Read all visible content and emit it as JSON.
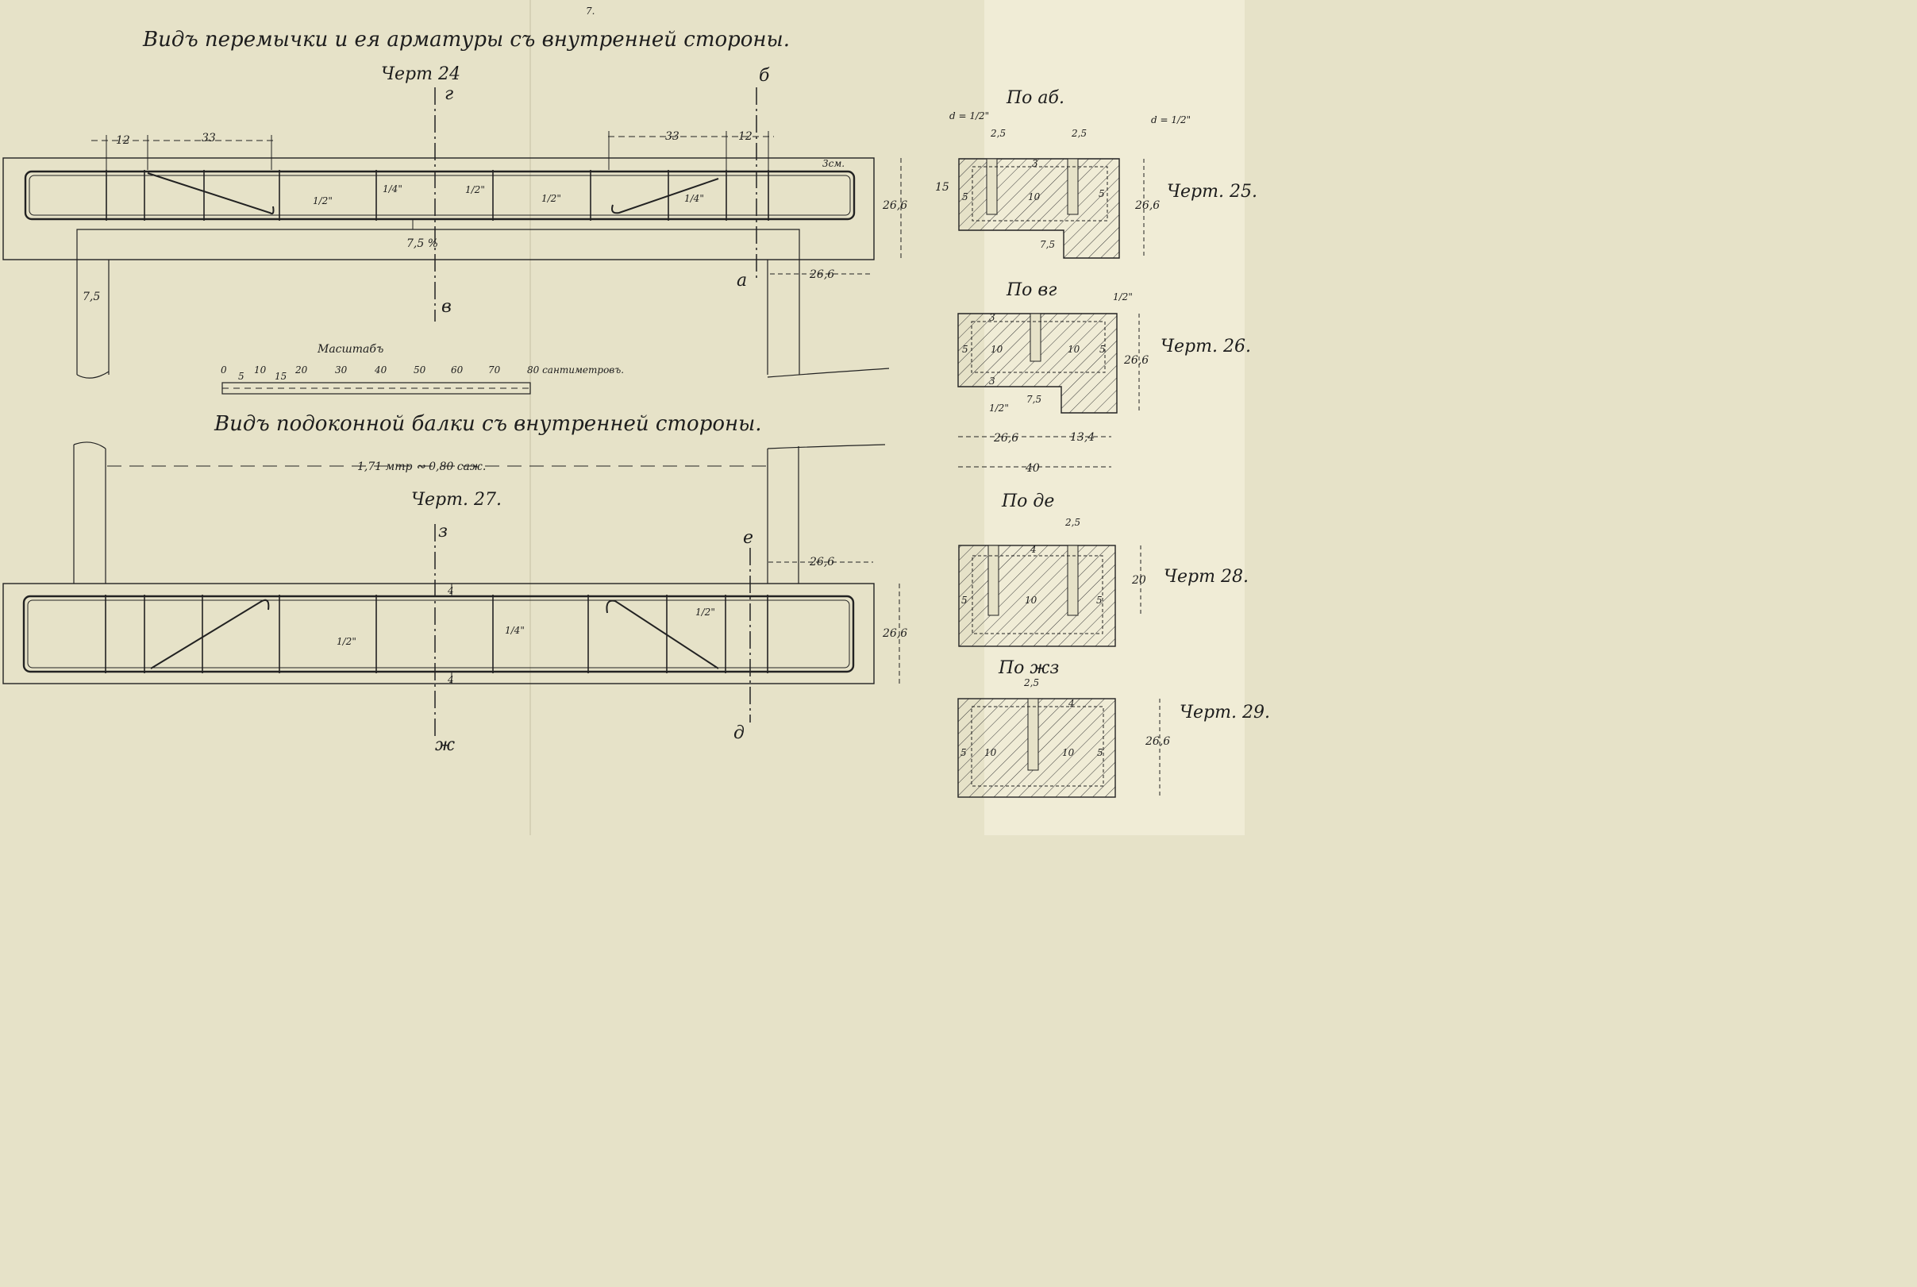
{
  "page_number": "7.",
  "lintel": {
    "title": "Видъ перемычки и ея арматуры съ внутренней стороны.",
    "fig_label": "Черт 24",
    "cuts": [
      "г",
      "б",
      "в",
      "а"
    ],
    "dims": [
      "12",
      "33",
      "33",
      "12",
      "3см.",
      "26,6",
      "7,5 %",
      "7,5",
      "26,6"
    ],
    "bars": [
      "1/2\"",
      "1/4\"",
      "1/2\"",
      "1/2\"",
      "1/4\""
    ]
  },
  "scale": {
    "title": "Масштабъ",
    "ticks": [
      "0",
      "5",
      "10",
      "15",
      "20",
      "30",
      "40",
      "50",
      "60",
      "70",
      "80 сантиметровъ."
    ]
  },
  "sill": {
    "title": "Видъ подоконной балки съ внутренней стороны.",
    "span": "1,71 мтр ∾ 0,80 саж.",
    "fig_label": "Черт. 27.",
    "cuts": [
      "з",
      "е",
      "ж",
      "д"
    ],
    "dims": [
      "26,6",
      "4",
      "26,6",
      "4"
    ],
    "bars": [
      "1/2\"",
      "1/4\"",
      "1/2\""
    ]
  },
  "sec_ab": {
    "title": "По аб.",
    "fig": "Черт. 25.",
    "labels": [
      "d = 1/2\"",
      "d = 1/2\"",
      "2,5",
      "2,5",
      "3",
      "15",
      "5",
      "10",
      "5",
      "26,6",
      "7,5"
    ]
  },
  "sec_vg": {
    "title": "По вг",
    "fig": "Черт. 26.",
    "labels": [
      "1/2\"",
      "3",
      "5",
      "10",
      "10",
      "5",
      "26,6",
      "3",
      "1/2\"",
      "7,5",
      "26,6",
      "13,4",
      "40"
    ]
  },
  "sec_de": {
    "title": "По де",
    "fig": "Черт 28.",
    "labels": [
      "2,5",
      "4",
      "20",
      "5",
      "10",
      "5"
    ]
  },
  "sec_zhz": {
    "title": "По жз",
    "fig": "Черт. 29.",
    "labels": [
      "2,5",
      "4",
      "26,6",
      "5",
      "10",
      "10",
      "5"
    ]
  }
}
